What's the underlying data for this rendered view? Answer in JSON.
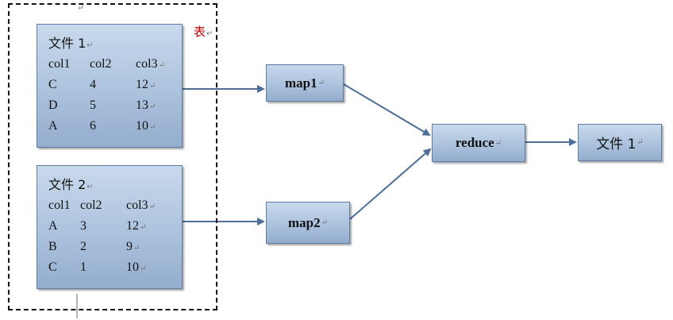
{
  "group": {
    "label": "表",
    "marker": "↵"
  },
  "files": [
    {
      "title": "文件 1",
      "headers": [
        "col1",
        "col2",
        "col3"
      ],
      "rows": [
        [
          "C",
          "4",
          "12"
        ],
        [
          "D",
          "5",
          "13"
        ],
        [
          "A",
          "6",
          "10"
        ]
      ]
    },
    {
      "title": "文件 2",
      "headers": [
        "col1",
        "col2",
        "col3"
      ],
      "rows": [
        [
          "A",
          "3",
          "12"
        ],
        [
          "B",
          "2",
          "9"
        ],
        [
          "C",
          "1",
          "10"
        ]
      ]
    }
  ],
  "nodes": {
    "map1": "map1",
    "map2": "map2",
    "reduce": "reduce",
    "output": "文件 1"
  },
  "colors": {
    "box_fill": "#a9c0dc",
    "box_border": "#5f7ea3",
    "edge": "#4f6f97",
    "group_label": "#c00000"
  }
}
